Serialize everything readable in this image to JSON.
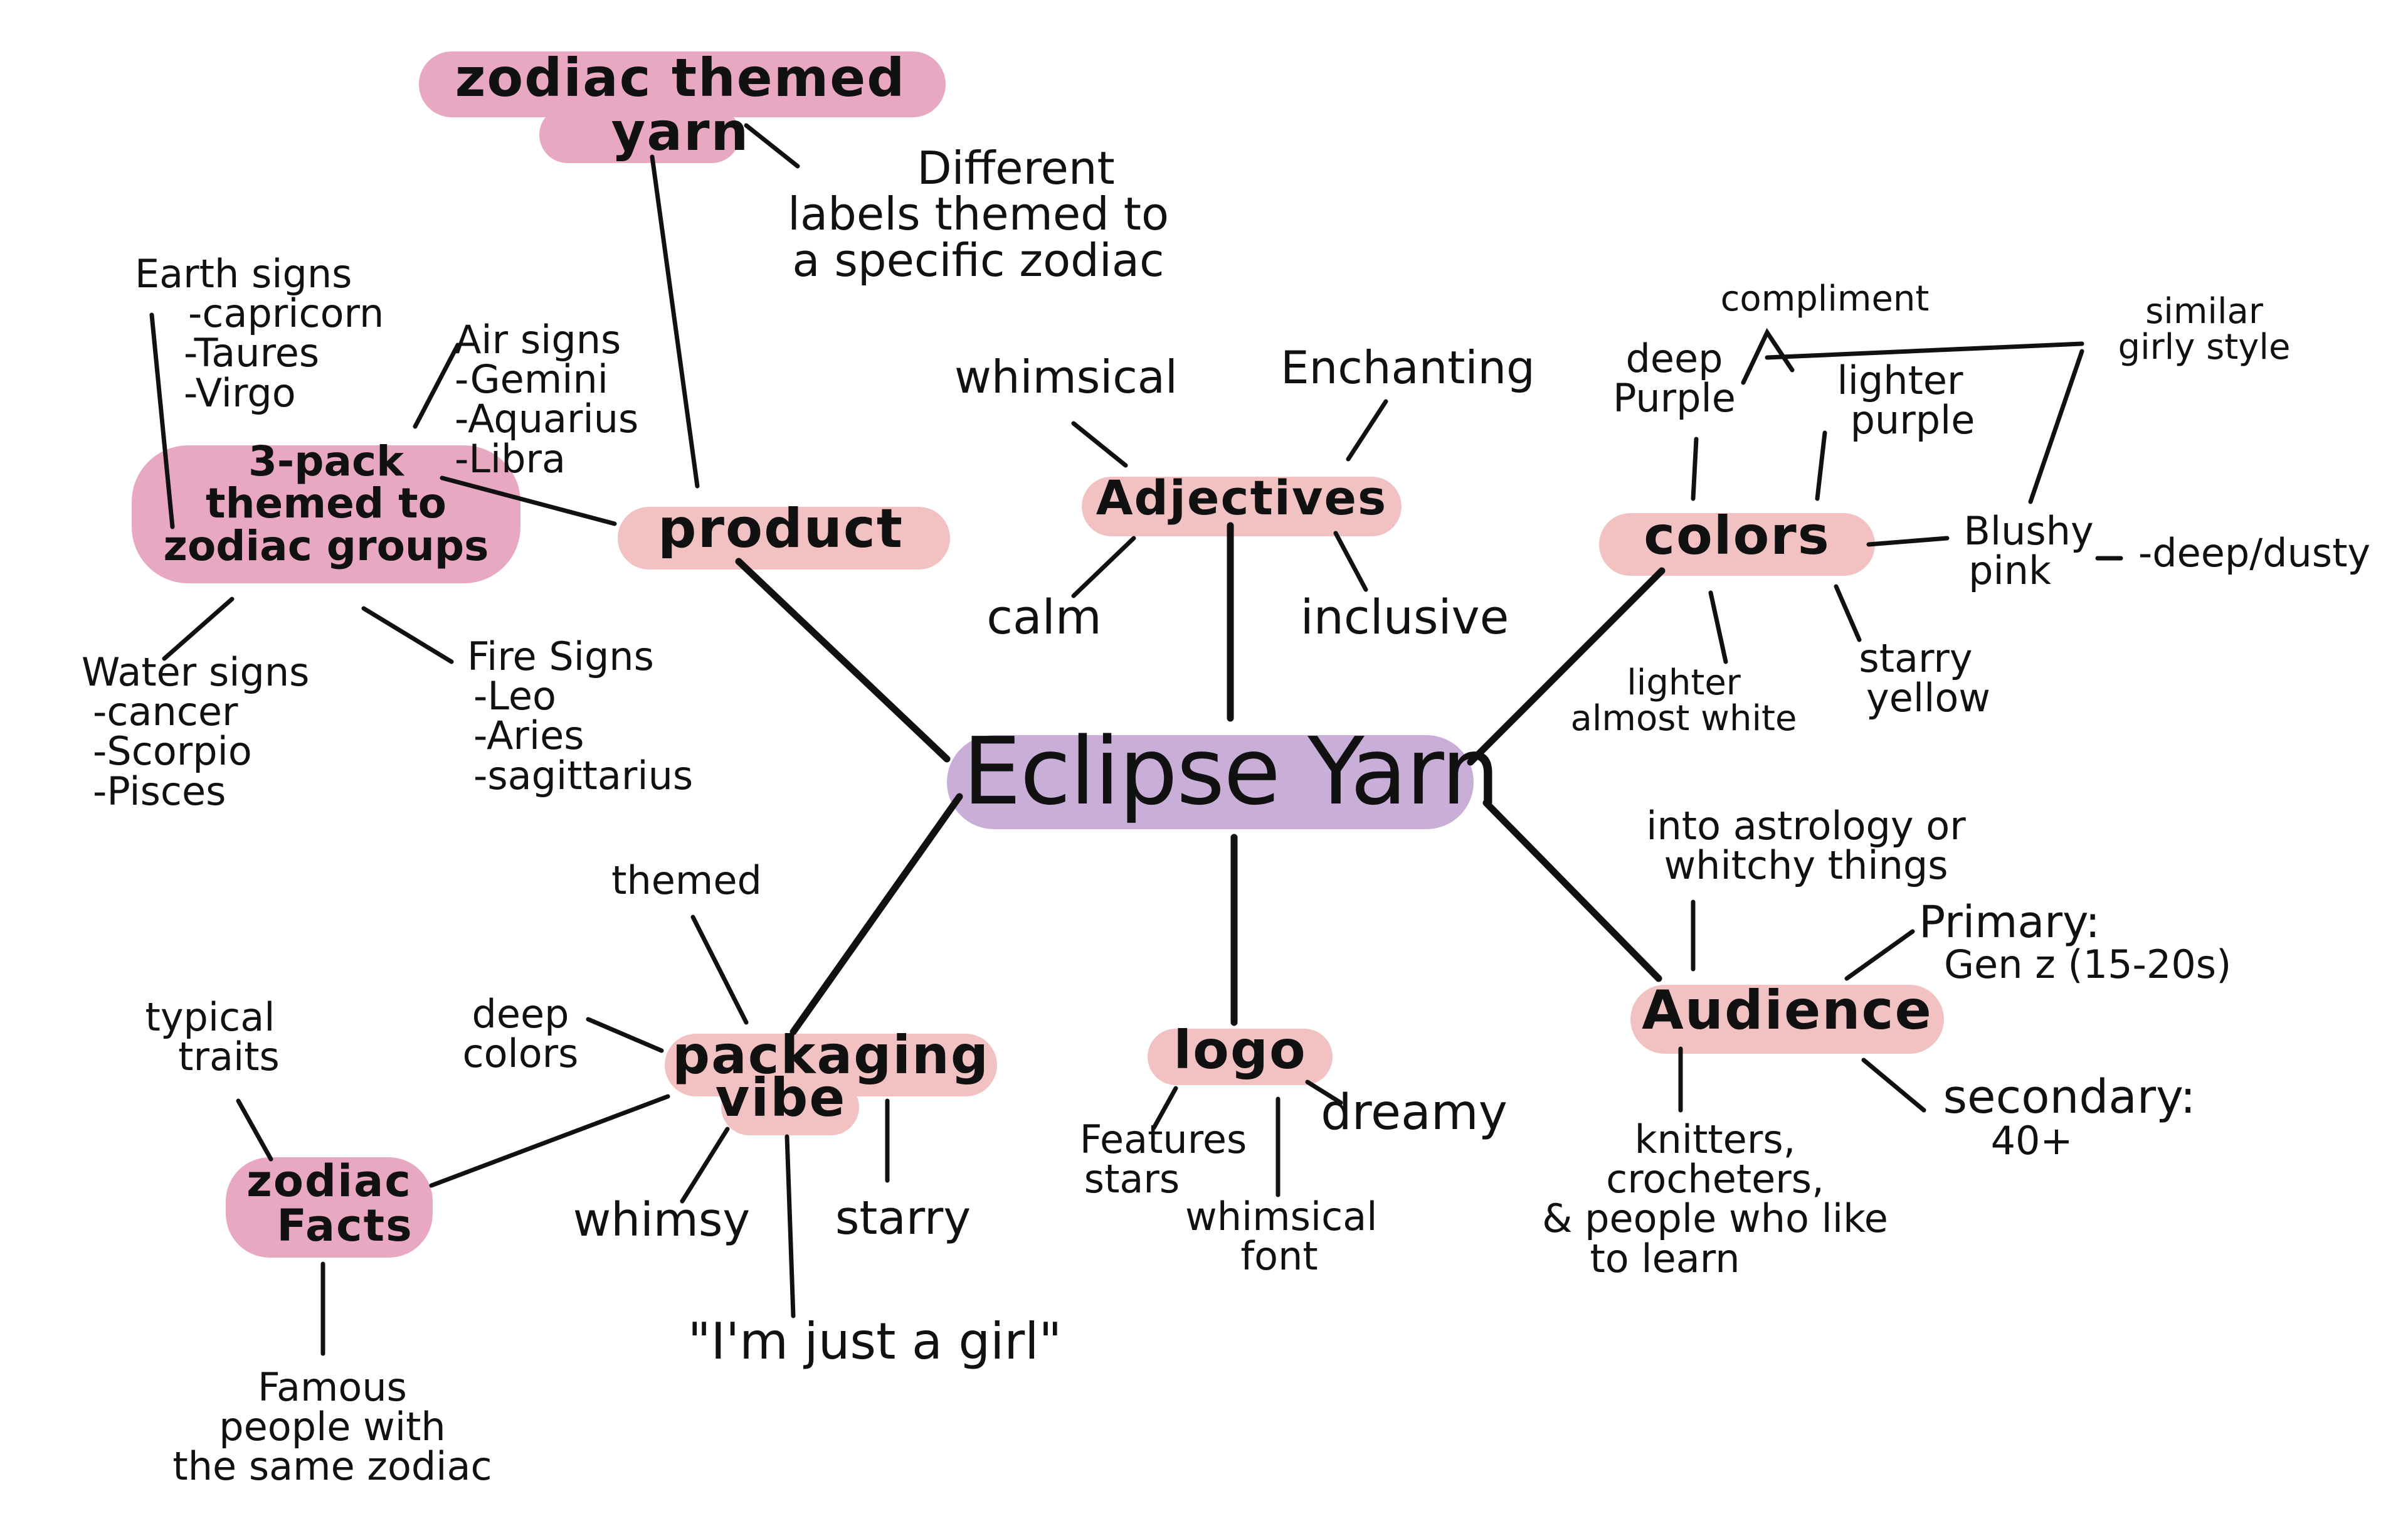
{
  "colors": {
    "center_highlight": "#c9aed8",
    "hub_highlight": "#f2c2c2",
    "group_highlight": "#e8a8c2",
    "ink": "#111111"
  },
  "center": {
    "title": "Eclipse Yarn"
  },
  "product": {
    "label": "product",
    "zodiac_themed_yarn": [
      "zodiac themed",
      "yarn"
    ],
    "different_labels": [
      "Different",
      "labels themed to",
      "a specific zodiac"
    ],
    "three_pack": [
      "3-pack",
      "themed to",
      "zodiac groups"
    ],
    "earth_signs": {
      "title": "Earth signs",
      "items": [
        "-capricorn",
        "-Taures",
        "-Virgo"
      ]
    },
    "air_signs": {
      "title": "Air signs",
      "items": [
        "-Gemini",
        "-Aquarius",
        "-Libra"
      ]
    },
    "water_signs": {
      "title": "Water signs",
      "items": [
        "-cancer",
        "-Scorpio",
        "-Pisces"
      ]
    },
    "fire_signs": {
      "title": "Fire Signs",
      "items": [
        "-Leo",
        "-Aries",
        "-sagittarius"
      ]
    }
  },
  "adjectives": {
    "label": "Adjectives",
    "items": [
      "whimsical",
      "Enchanting",
      "calm",
      "inclusive"
    ]
  },
  "colors_branch": {
    "label": "colors",
    "compliment": "compliment",
    "similar": [
      "similar",
      "girly style"
    ],
    "deep_purple": [
      "deep",
      "Purple"
    ],
    "lighter_purple": [
      "lighter",
      "purple"
    ],
    "blushy_pink": [
      "Blushy",
      "pink"
    ],
    "deep_dusty": "-deep/dusty",
    "lighter_almost_white": [
      "lighter",
      "almost white"
    ],
    "starry_yellow": [
      "starry",
      "yellow"
    ]
  },
  "audience": {
    "label": "Audience",
    "astrology": [
      "into astrology or",
      "whitchy things"
    ],
    "primary": [
      "Primary:",
      "Gen z (15-20s)"
    ],
    "secondary": [
      "secondary:",
      "40+"
    ],
    "knitters": [
      "knitters,",
      "crocheters,",
      "& people who like",
      "to learn"
    ]
  },
  "logo": {
    "label": "logo",
    "features_stars": [
      "Features",
      "stars"
    ],
    "whimsical_font": [
      "whimsical",
      "font"
    ],
    "dreamy": "dreamy"
  },
  "packaging": {
    "label": [
      "packaging",
      "vibe"
    ],
    "themed": "themed",
    "deep_colors": [
      "deep",
      "colors"
    ],
    "whimsy": "whimsy",
    "starry": "starry",
    "just_a_girl": "\"I'm just a girl\"",
    "zodiac_facts": [
      "zodiac",
      "Facts"
    ],
    "typical_traits": [
      "typical",
      "traits"
    ],
    "famous_people": [
      "Famous",
      "people with",
      "the same zodiac"
    ]
  }
}
